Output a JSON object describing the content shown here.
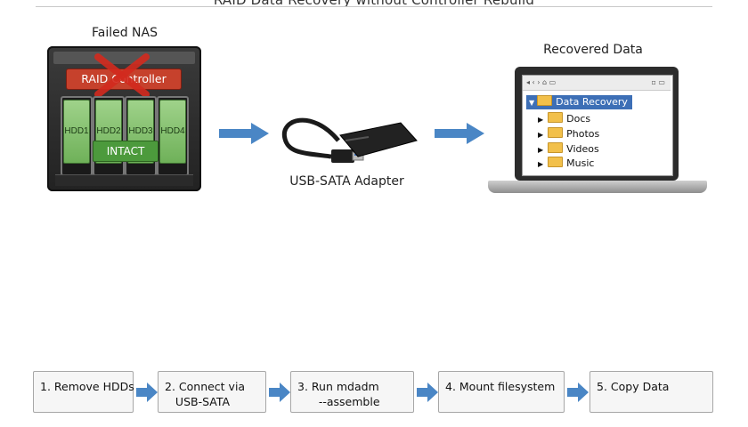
{
  "diagram": {
    "title": "RAID Data Recovery without Controller Rebuild",
    "nas": {
      "label": "Failed NAS",
      "controller_label": "RAID Controller",
      "drives": [
        "HDD1",
        "HDD2",
        "HDD3",
        "HDD4"
      ],
      "intact_label": "INTACT"
    },
    "adapter": {
      "label": "USB-SATA Adapter"
    },
    "laptop": {
      "label": "Recovered Data",
      "root_folder": "Data Recovery",
      "folders": [
        "Docs",
        "Photos",
        "Videos",
        "Music"
      ]
    },
    "steps": [
      "1. Remove HDDs",
      "2. Connect via\n   USB-SATA",
      "3. Run mdadm\n      --assemble",
      "4. Mount filesystem",
      "5. Copy Data"
    ],
    "colors": {
      "arrow": "#4a86c5",
      "controller": "#c6412c",
      "intact": "#4c9a3c",
      "drive": "#86c56f",
      "selection": "#3d6fb6",
      "folder": "#f2c04a"
    }
  }
}
